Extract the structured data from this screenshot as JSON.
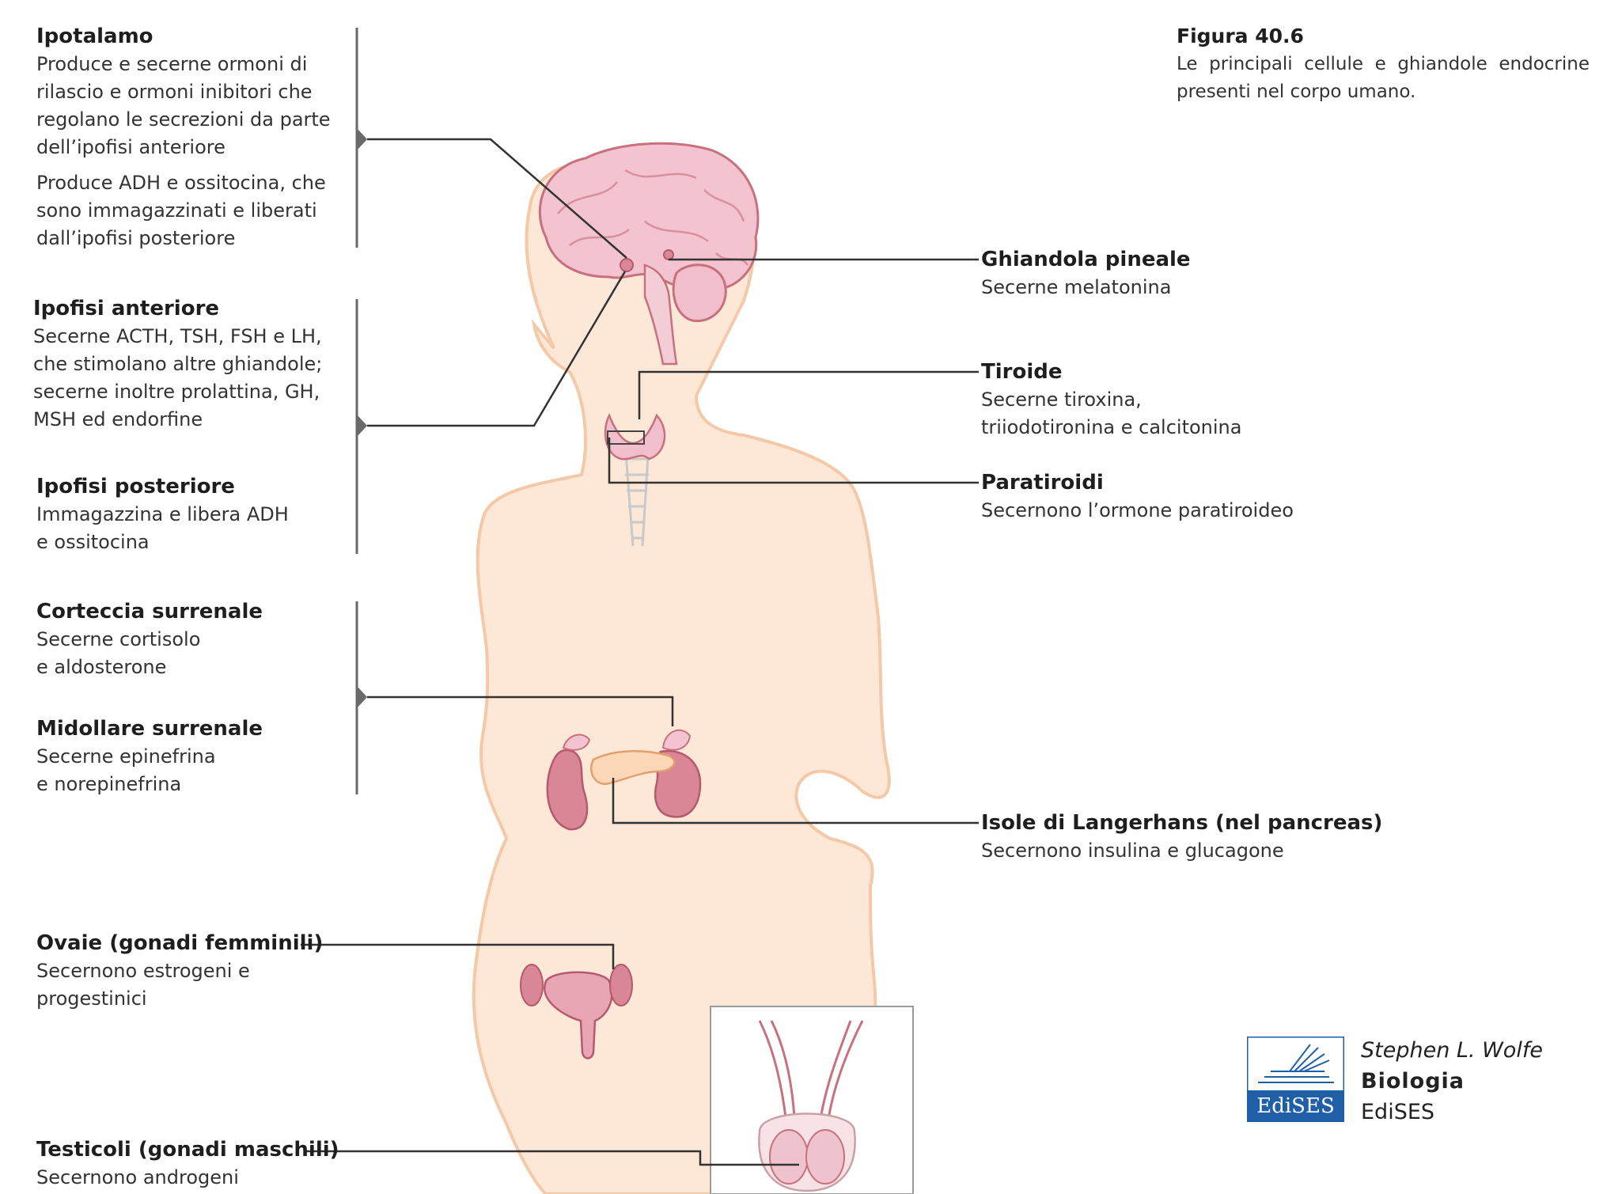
{
  "figure": {
    "number": "Figura 40.6",
    "caption": "Le principali cellule e ghiandole endocrine presenti nel corpo umano."
  },
  "labels": {
    "ipotalamo": {
      "title": "Ipotalamo",
      "desc1": "Produce e secerne ormoni di\nrilascio e ormoni inibitori che\nregolano le secrezioni da parte\ndell’ipofisi anteriore",
      "desc2": "Produce ADH e ossitocina, che\nsono immagazzinati e liberati\ndall’ipofisi posteriore"
    },
    "ipofisi_anteriore": {
      "title": "Ipofisi anteriore",
      "desc": "Secerne ACTH, TSH, FSH e LH,\nche stimolano altre ghiandole;\nsecerne inoltre prolattina, GH,\nMSH ed endorfine"
    },
    "ipofisi_posteriore": {
      "title": "Ipofisi posteriore",
      "desc": "Immagazzina e libera ADH\ne ossitocina"
    },
    "corteccia_surrenale": {
      "title": "Corteccia surrenale",
      "desc": "Secerne cortisolo\ne aldosterone"
    },
    "midollare_surrenale": {
      "title": "Midollare surrenale",
      "desc": "Secerne epinefrina\ne norepinefrina"
    },
    "ovaie": {
      "title": "Ovaie (gonadi femminili)",
      "desc": "Secernono estrogeni e\nprogestinici"
    },
    "testicoli": {
      "title": "Testicoli (gonadi maschili)",
      "desc": "Secernono androgeni"
    },
    "pineale": {
      "title": "Ghiandola pineale",
      "desc": "Secerne melatonina"
    },
    "tiroide": {
      "title": "Tiroide",
      "desc": "Secerne tiroxina,\ntriiodotironina e calcitonina"
    },
    "paratiroidi": {
      "title": "Paratiroidi",
      "desc": "Secernono l’ormone paratiroideo"
    },
    "langerhans": {
      "title": "Isole di Langerhans (nel pancreas)",
      "desc": "Secernono insulina e glucagone"
    }
  },
  "credits": {
    "author": "Stephen L. Wolfe",
    "book": "Biologia",
    "publisher": "EdiSES",
    "logo_text": "EdiSES"
  },
  "colors": {
    "skin": "#fde7d6",
    "skin_outline": "#f3c9a8",
    "organ": "#e8a5b4",
    "organ_dark": "#c9707f",
    "line": "#333333",
    "logo_blue": "#1f5fa8"
  }
}
